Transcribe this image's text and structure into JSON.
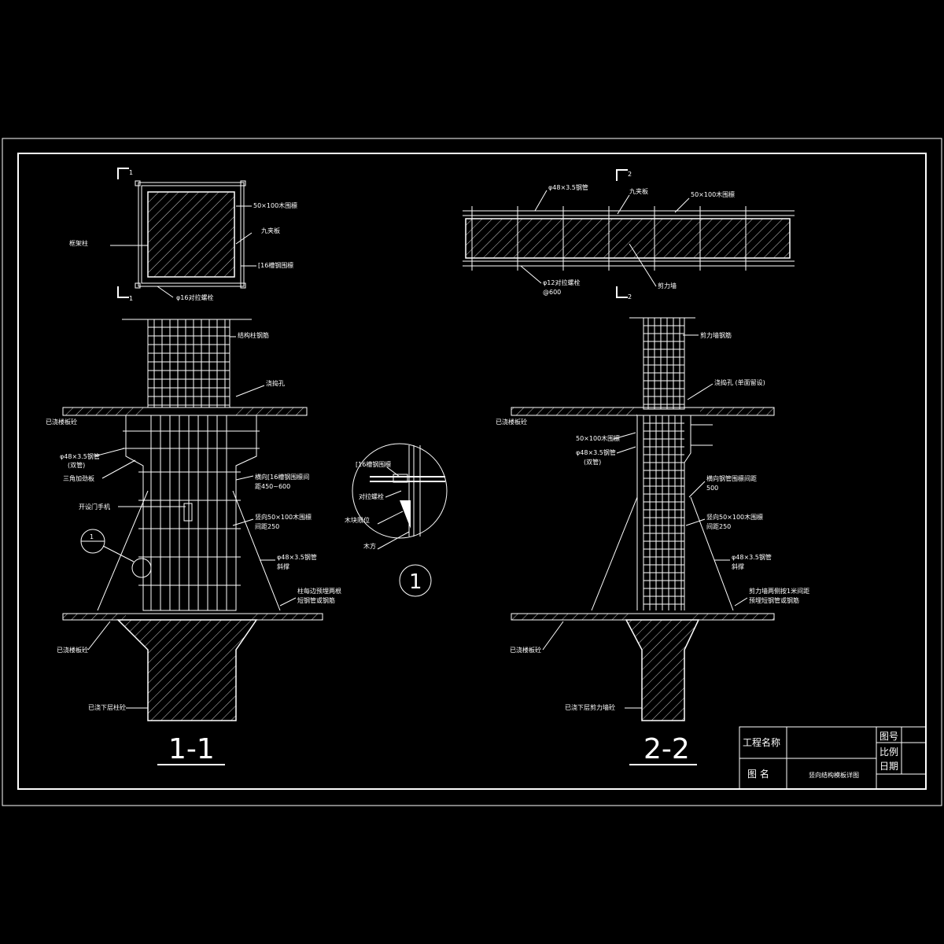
{
  "plan1": {
    "marker_top": "1",
    "marker_bottom": "1",
    "label_wood": "50×100木围檩",
    "label_column": "框架柱",
    "label_ply": "九夹板",
    "label_channel": "[16槽钢围檩",
    "label_bolt": "φ16对拉螺栓"
  },
  "plan2": {
    "marker_top": "2",
    "marker_bottom": "2",
    "label_pipe": "φ48×3.5钢管",
    "label_ply": "九夹板",
    "label_wood": "50×100木围檩",
    "label_bolt": "φ12对拉螺栓",
    "label_spacing": "@600",
    "label_wall": "剪力墙"
  },
  "section1": {
    "label_rebar": "结构柱钢筋",
    "label_hole": "浇捣孔",
    "label_slab_top": "已浇楼板砼",
    "label_pipe": "φ48×3.5钢管",
    "label_pipe2": "(双管)",
    "label_triangle": "三角加劲板",
    "label_channel_spacing_1": "横向[16槽钢围檩间",
    "label_channel_spacing_2": "距450~600",
    "label_door": "开设门手机",
    "label_wood_1": "竖向50×100木围檩",
    "label_wood_2": "间距250",
    "label_brace_1": "φ48×3.5钢管",
    "label_brace_2": "斜撑",
    "label_foot_1": "柱每边预埋两根",
    "label_foot_2": "短钢管或钢筋",
    "label_slab_bottom": "已浇楼板砼",
    "label_lower": "已浇下层柱砼",
    "callout": "1",
    "title": "1-1"
  },
  "detail": {
    "label_channel": "[16槽钢围檩",
    "label_bolt": "对拉螺栓",
    "label_block": "木块限位",
    "label_timber": "木方",
    "number": "1"
  },
  "section2": {
    "label_rebar": "剪力墙钢筋",
    "label_hole": "浇捣孔 (单面留设)",
    "label_slab_top": "已浇楼板砼",
    "label_wood": "50×100木围檩",
    "label_pipe": "φ48×3.5钢管",
    "label_pipe2": "(双管)",
    "label_hpipe_1": "横向钢管围檩间距",
    "label_hpipe_2": "500",
    "label_vwood_1": "竖向50×100木围檩",
    "label_vwood_2": "间距250",
    "label_brace_1": "φ48×3.5钢管",
    "label_brace_2": "斜撑",
    "label_foot_1": "剪力墙两侧按1米间距",
    "label_foot_2": "预埋短钢管或钢筋",
    "label_slab_bottom": "已浇楼板砼",
    "label_lower": "已浇下层剪力墙砼",
    "title": "2-2"
  },
  "title_block": {
    "project_label": "工程名称",
    "drawing_label": "图 名",
    "drawing_name": "竖向结构模板详图",
    "no_label": "图号",
    "scale_label": "比例",
    "date_label": "日期"
  }
}
